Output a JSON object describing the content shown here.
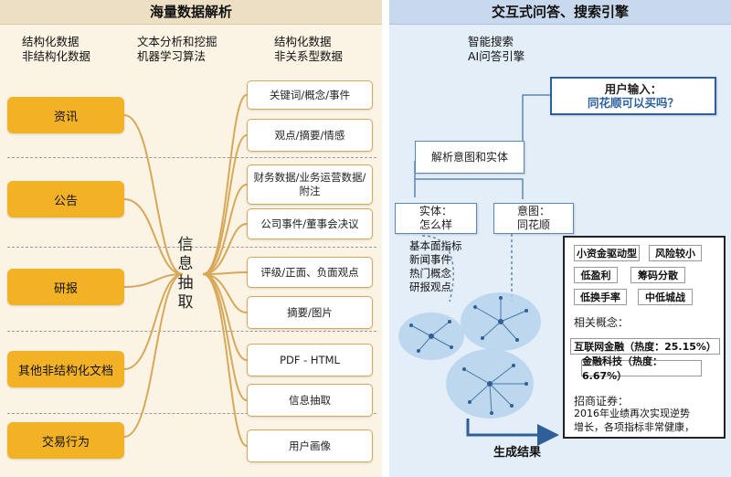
{
  "left": {
    "title": "海量数据解析",
    "col1": "结构化数据\n非结构化数据",
    "col2": "文本分析和挖掘\n机器学习算法",
    "col3": "结构化数据\n非关系型数据",
    "categories": [
      "资讯",
      "公告",
      "研报",
      "其他非结构化文档",
      "交易行为"
    ],
    "outputs": [
      "关键词/概念/事件",
      "观点/摘要/情感",
      "财务数据/业务运营数据/附注",
      "公司事件/董事会决议",
      "评级/正面、负面观点",
      "摘要/图片",
      "PDF - HTML",
      "信息抽取",
      "用户画像"
    ],
    "center_label": [
      "信",
      "息",
      "抽",
      "取"
    ]
  },
  "right": {
    "title": "交互式问答、搜索引擎",
    "subtitle": "智能搜索\nAI问答引擎",
    "user_input_label": "用户输入：",
    "user_input_question": "同花顺可以买吗？",
    "parse_box": "解析意图和实体",
    "entity_box": "实体：\n怎么样",
    "intent_box": "意图：\n同花顺",
    "entity_list": "基本面指标\n新闻事件\n热门概念\n研报观点",
    "tags": [
      "小资金驱动型",
      "风险较小",
      "低盈利",
      "筹码分散",
      "低换手率",
      "中低城战"
    ],
    "related_label": "相关概念：",
    "concept1": "互联网金融（热度：25.15%）",
    "concept2": "金融科技（热度：6.67%）",
    "broker_label": "招商证券：",
    "broker_text": "2016年业绩再次实现逆势\n增长，各项指标非常健康，",
    "result_label": "生成结果"
  },
  "colors": {
    "category_fill": "#f3b225",
    "output_border": "#d7a85a",
    "connector": "#d7a85a",
    "right_border": "#5b86b8",
    "question_text": "#2b5f9e",
    "result_arrow": "#2f5f98"
  }
}
